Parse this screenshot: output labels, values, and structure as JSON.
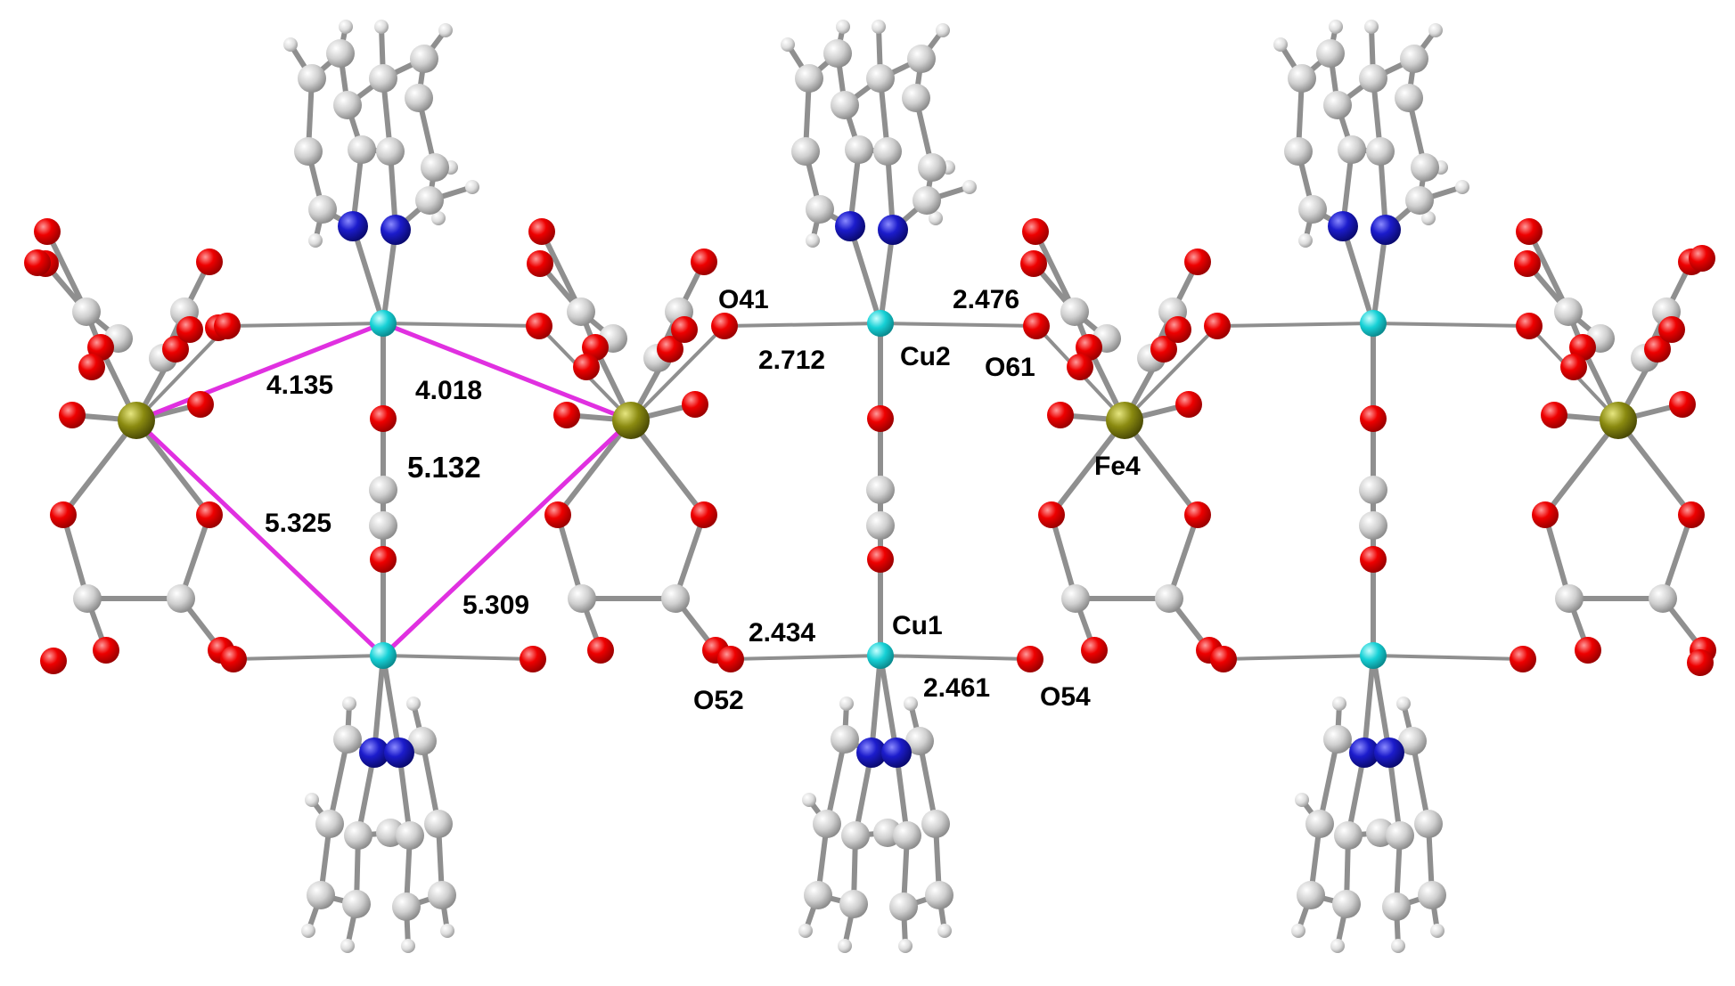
{
  "colors": {
    "background": "#ffffff",
    "bond": "#8f8f8f",
    "carbon": "#cfcfcf",
    "hydrogen": "#d9d9d9",
    "oxygen": "#e60000",
    "nitrogen": "#1c1ccc",
    "copper": "#16d1d6",
    "iron": "#8a8a10",
    "distance_line": "#e030e0"
  },
  "atom_labels": {
    "o41": "O41",
    "cu2": "Cu2",
    "o61": "O61",
    "fe4": "Fe4",
    "o52": "O52",
    "cu1": "Cu1",
    "o54": "O54"
  },
  "bond_lengths": {
    "o41_cu2": "2.712",
    "cu2_o61": "2.476",
    "o52_cu1": "2.434",
    "cu1_o54": "2.461"
  },
  "metal_distances": {
    "fe_cu_top_left": "4.135",
    "cu_fe_top_right": "4.018",
    "cu_cu": "5.132",
    "fe_cu_bottom_left": "5.325",
    "fe_cu_bottom_right": "5.309"
  }
}
